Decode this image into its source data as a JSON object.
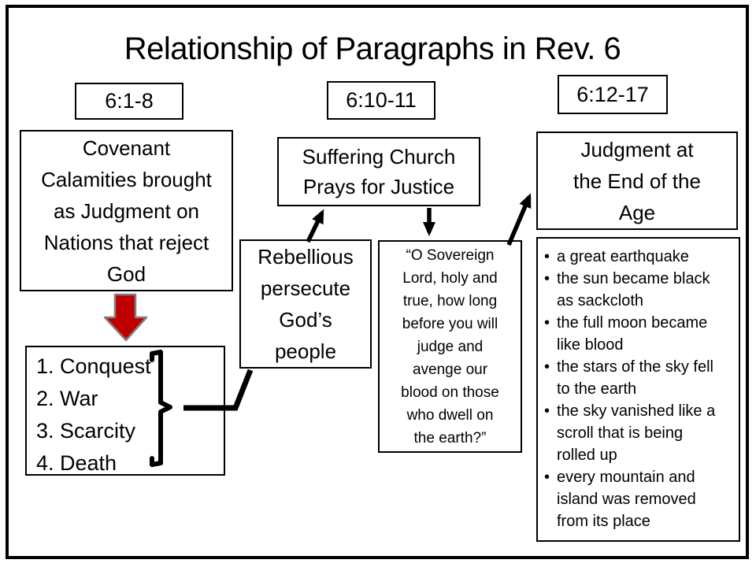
{
  "title": "Relationship of Paragraphs in Rev. 6",
  "refs": {
    "left": "6:1-8",
    "middle": "6:10-11",
    "right": "6:12-17"
  },
  "boxes": {
    "covenant": "Covenant\nCalamities brought\nas Judgment on\nNations that reject\nGod",
    "suffering": "Suffering Church\nPrays for Justice",
    "judgment": "Judgment at\nthe End of the\nAge",
    "rebellious": "Rebellious\npersecute\nGod’s\npeople",
    "quote": "“O Sovereign\nLord, holy and\ntrue, how long\nbefore you will\njudge and\navenge our\nblood on those\nwho dwell on\nthe earth?”",
    "seals": {
      "items": [
        "1. Conquest",
        "2. War",
        "3. Scarcity",
        "4. Death"
      ]
    },
    "signs": {
      "items": [
        "a great earthquake",
        "the sun became black\nas sackcloth",
        "the full moon became\nlike blood",
        "the stars of the sky fell\nto the earth",
        "the sky vanished like a\nscroll that is being\nrolled up",
        "every mountain and\nisland was removed\nfrom its place"
      ]
    }
  },
  "colors": {
    "arrow_fill": "#C00000",
    "arrow_outline": "#808080",
    "line": "#000000",
    "border": "#000000",
    "background": "#FFFFFF"
  }
}
